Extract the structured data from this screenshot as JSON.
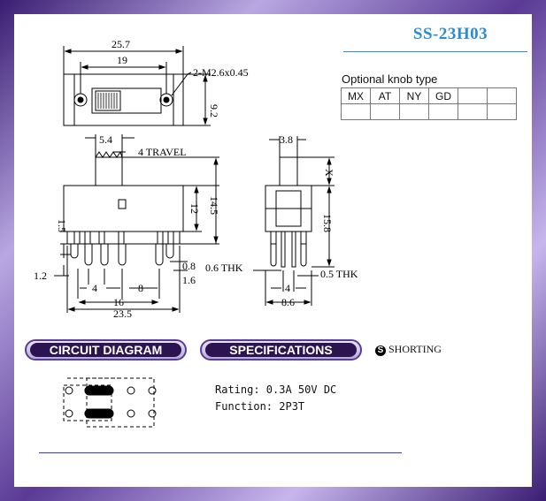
{
  "model": "SS-23H03",
  "knob": {
    "title": "Optional knob type",
    "options": [
      "MX",
      "AT",
      "NY",
      "GD",
      "",
      "",
      "",
      "",
      "",
      "",
      "",
      ""
    ]
  },
  "dimensions": {
    "top_view": {
      "overall": "25.7",
      "hole_spacing": "19",
      "hole_note": "2-M2.6x0.45",
      "height": "9.2"
    },
    "front_view": {
      "knob_width": "5.4",
      "travel": "4 TRAVEL",
      "body_height": "12",
      "total_height": "14.5",
      "pin_top": "1.5",
      "pin_bottom": "1.2",
      "pin_pitch": "4",
      "pin_span_mid": "8",
      "pin_span": "16",
      "width": "23.5",
      "pin_w1": "0.8",
      "pin_w2": "1.6"
    },
    "side_view": {
      "knob_width": "3.8",
      "x_label": "X",
      "height": "15.8",
      "thk1": "0.6 THK",
      "thk2": "0.5 THK",
      "pin_pitch": "4",
      "width": "8.6"
    }
  },
  "sections": {
    "circuit": "CIRCUIT DIAGRAM",
    "specs": "SPECIFICATIONS"
  },
  "shorting": {
    "symbol": "S",
    "label": "SHORTING"
  },
  "specs": {
    "rating": "Rating: 0.3A 50V DC",
    "function": "Function: 2P3T"
  },
  "colors": {
    "accent_blue": "#2b8cd6",
    "frame_purple": "#5a3a95",
    "pill_dark": "#2c1450"
  }
}
